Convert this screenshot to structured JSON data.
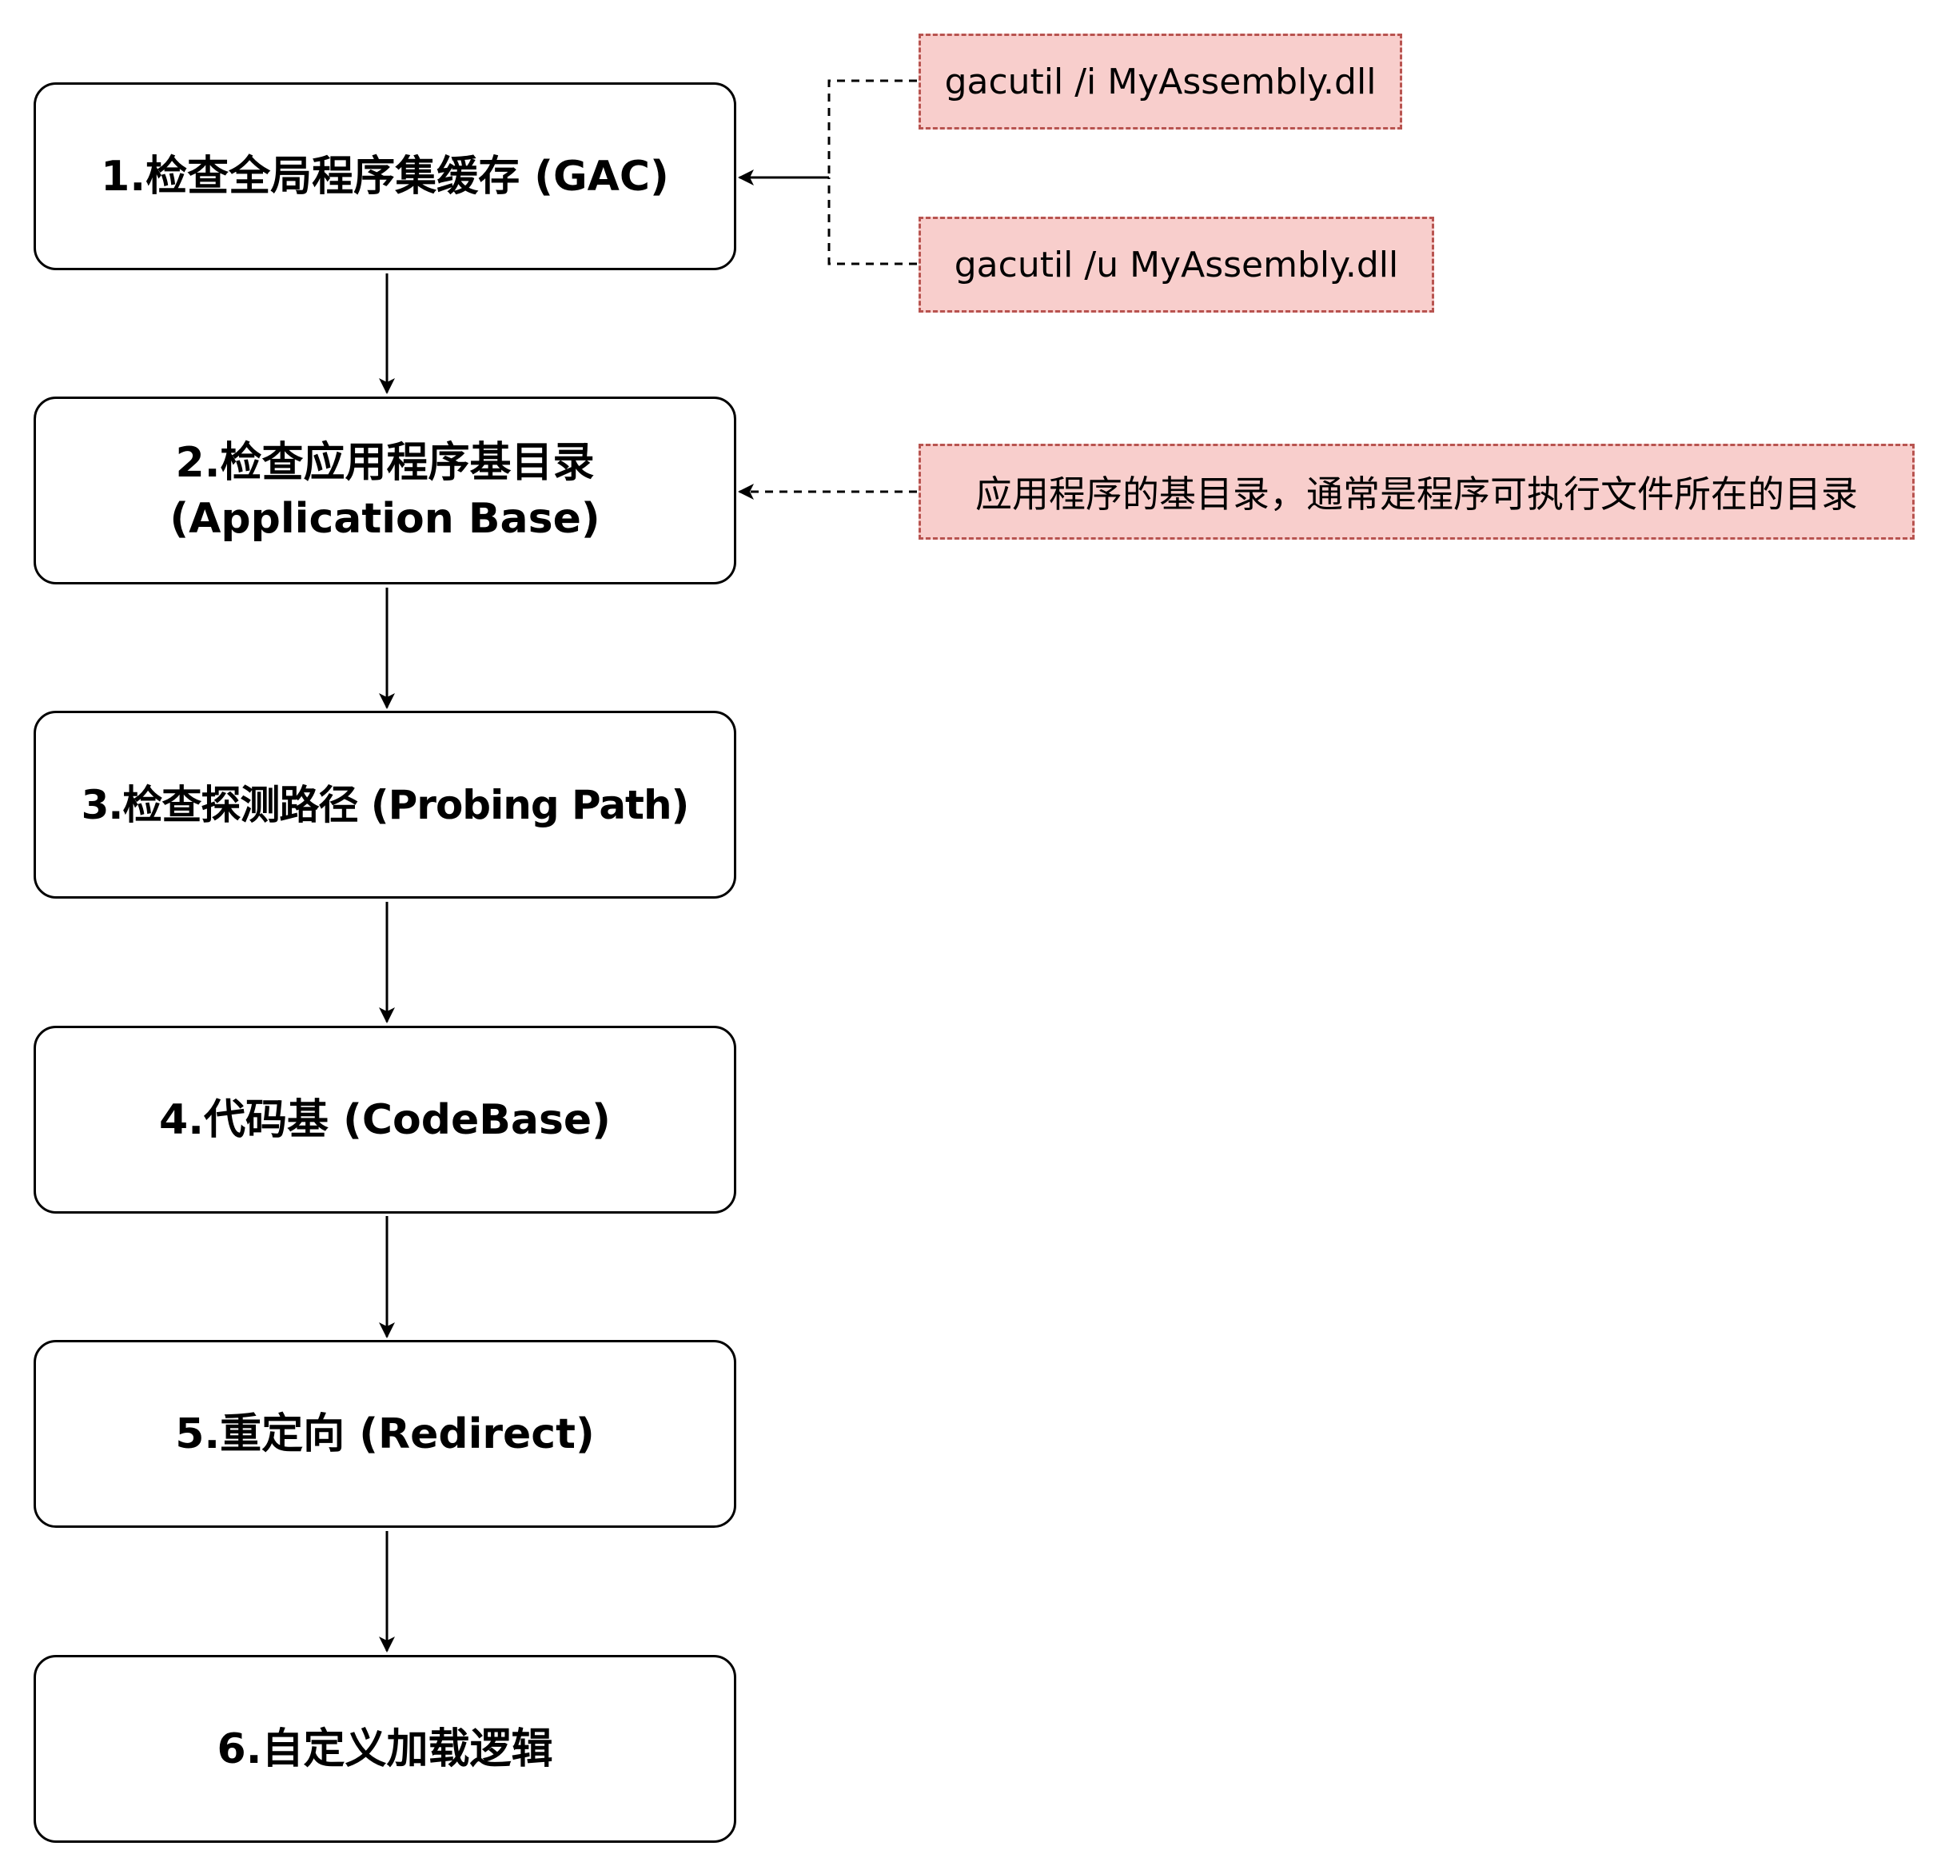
{
  "diagram": {
    "steps": [
      {
        "id": "step-1",
        "label": "1.检查全局程序集缓存 (GAC)"
      },
      {
        "id": "step-2",
        "line1": "2.检查应用程序基目录",
        "line2": "(Application Base)"
      },
      {
        "id": "step-3",
        "label": "3.检查探测路径 (Probing Path)"
      },
      {
        "id": "step-4",
        "label": "4.代码基 (CodeBase)"
      },
      {
        "id": "step-5",
        "label": "5.重定向 (Redirect)"
      },
      {
        "id": "step-6",
        "label": "6.自定义加载逻辑"
      }
    ],
    "notes": [
      {
        "id": "note-gacutil-install",
        "text": "gacutil /i MyAssembly.dll"
      },
      {
        "id": "note-gacutil-uninstall",
        "text": "gacutil /u MyAssembly.dll"
      },
      {
        "id": "note-app-base",
        "text": "应用程序的基目录，通常是程序可执行文件所在的目录"
      }
    ],
    "colors": {
      "box_border": "#000000",
      "box_fill": "#ffffff",
      "note_fill": "#f8cecc",
      "note_border": "#b85450",
      "connector": "#000000"
    }
  }
}
